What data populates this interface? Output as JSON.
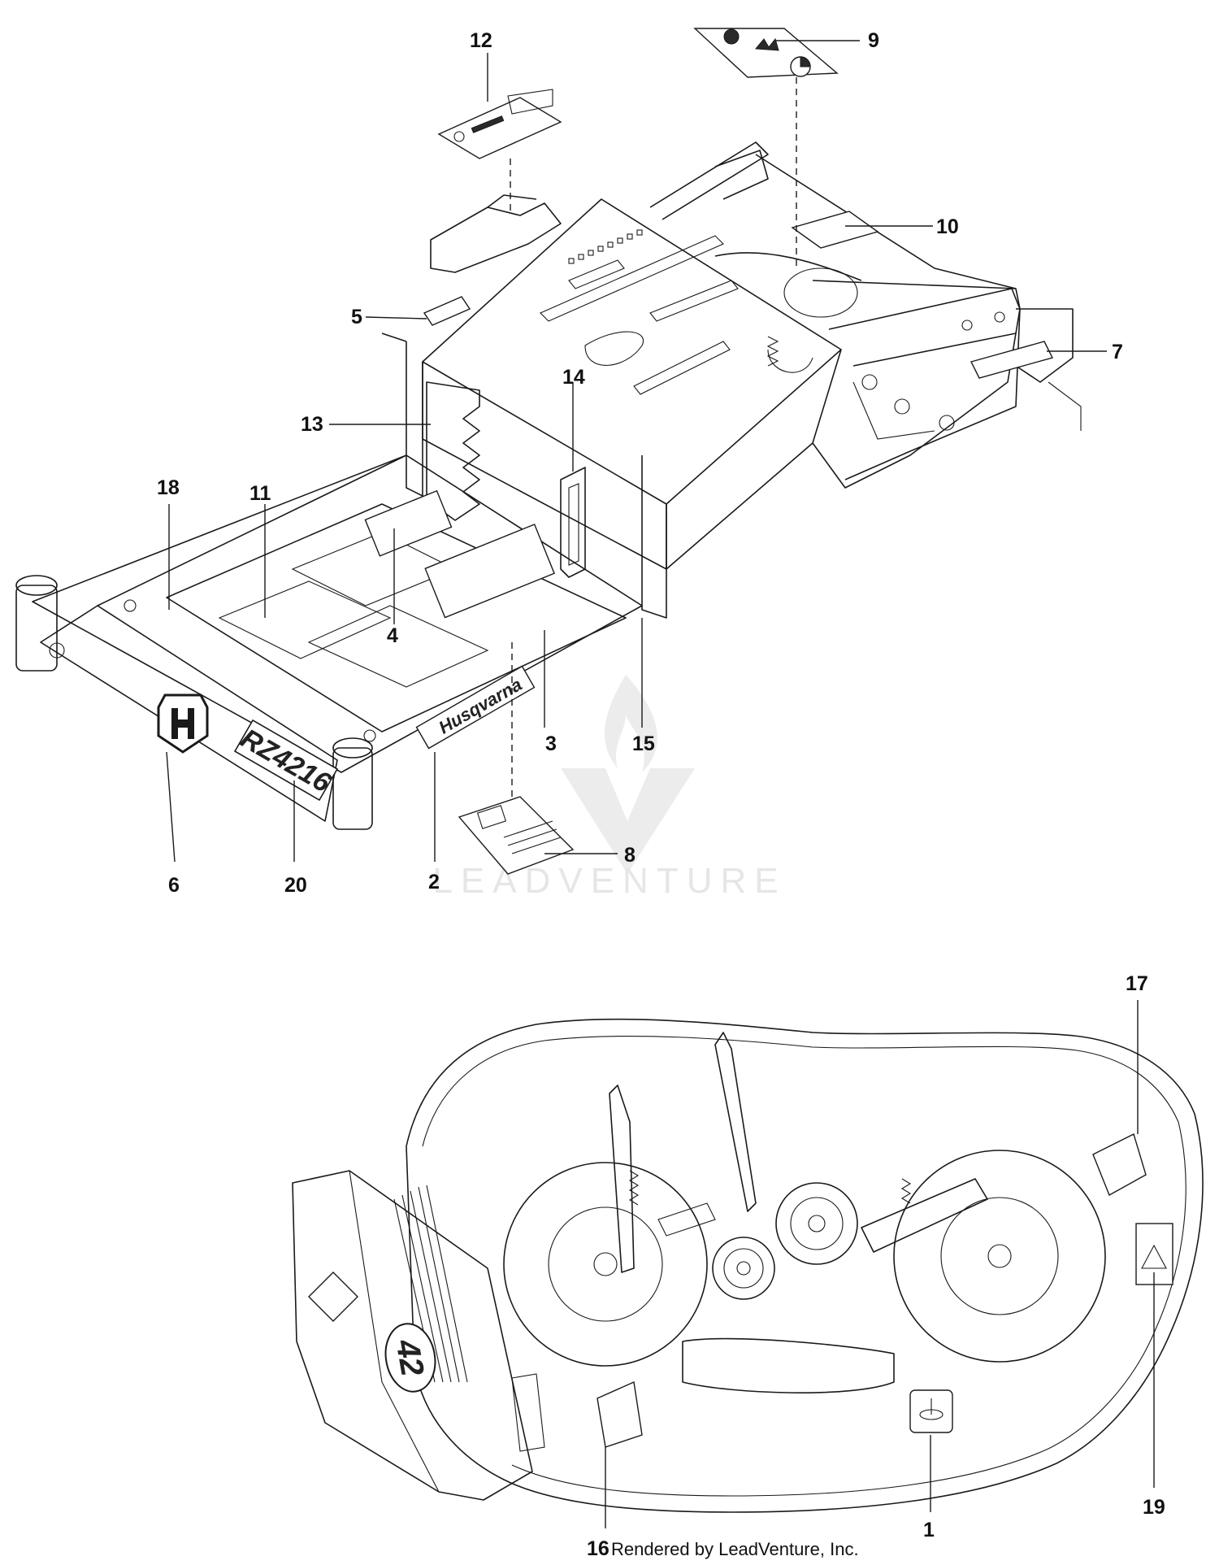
{
  "callouts": {
    "c1": "1",
    "c2": "2",
    "c3": "3",
    "c4": "4",
    "c5": "5",
    "c6": "6",
    "c7": "7",
    "c8": "8",
    "c9": "9",
    "c10": "10",
    "c11": "11",
    "c12": "12",
    "c13": "13",
    "c14": "14",
    "c15": "15",
    "c16": "16",
    "c17": "17",
    "c18": "18",
    "c19": "19",
    "c20": "20"
  },
  "labels": {
    "brand": "Husqvarna",
    "model": "RZ4216",
    "deck_size": "42"
  },
  "footer": {
    "rendered_by": "Rendered by LeadVenture, Inc."
  },
  "watermark": {
    "text": "LEADVENTURE"
  },
  "colors": {
    "line": "#1a1a1a",
    "background": "#ffffff",
    "watermark": "#e6e6e6"
  }
}
